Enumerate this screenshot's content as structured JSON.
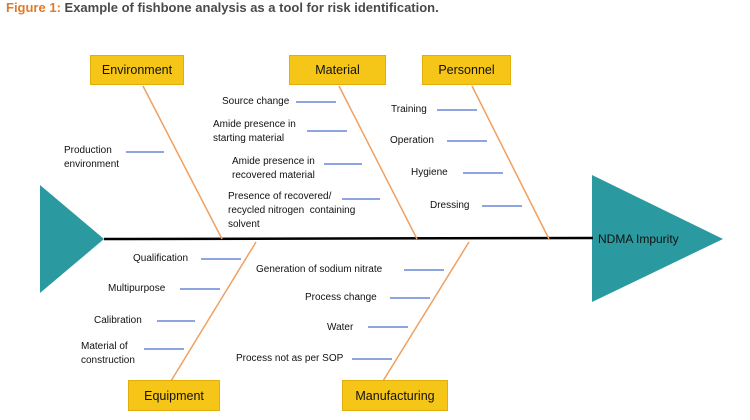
{
  "figure": {
    "title_prefix": "Figure 1:",
    "title_text": "Example of fishbone analysis as a tool for risk identification."
  },
  "colors": {
    "category_fill": "#f5c518",
    "arrow_fill": "#2a9aa0",
    "bone_line": "#f0a060",
    "cause_tick": "#4a6fd0",
    "spine": "#000000",
    "title_accent": "#e07a2a"
  },
  "effect": {
    "label": "NDMA Impurity"
  },
  "categories": {
    "environment": {
      "label": "Environment",
      "causes": [
        "Production\nenvironment"
      ]
    },
    "material": {
      "label": "Material",
      "causes": [
        "Source change",
        "Amide presence in\nstarting material",
        "Amide presence in\nrecovered material",
        "Presence of recovered/\nrecycled nitrogen  containing\nsolvent"
      ]
    },
    "personnel": {
      "label": "Personnel",
      "causes": [
        "Training",
        "Operation",
        "Hygiene",
        "Dressing"
      ]
    },
    "equipment": {
      "label": "Equipment",
      "causes": [
        "Qualification",
        "Multipurpose",
        "Calibration",
        "Material of\nconstruction"
      ]
    },
    "manufacturing": {
      "label": "Manufacturing",
      "causes": [
        "Generation of sodium nitrate",
        "Process change",
        "Water",
        "Process not as per SOP"
      ]
    }
  }
}
